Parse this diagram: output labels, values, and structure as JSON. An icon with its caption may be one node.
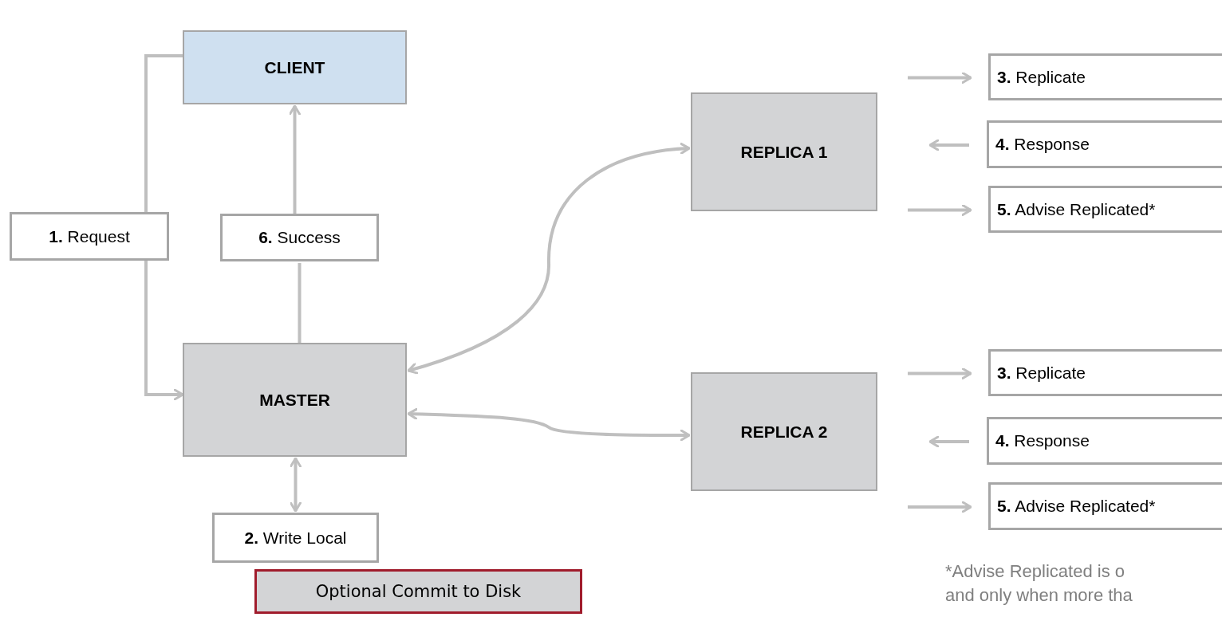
{
  "diagram": {
    "nodes": [
      {
        "text": [
          "CLIENT"
        ]
      },
      {
        "text": [
          "**3.** Replicate"
        ]
      },
      {
        "text": [
          "REPLICA 1"
        ]
      },
      {
        "text": [
          "**4.** Response"
        ]
      },
      {
        "text": [
          "**1.** Request"
        ]
      },
      {
        "text": [
          "**6.** Success"
        ]
      },
      {
        "text": [
          "**5.** Advise Replicated*"
        ]
      },
      {
        "text": [
          "MASTER"
        ]
      },
      {
        "text": [
          "**3.** Replicate"
        ]
      },
      {
        "text": [
          "REPLICA 2"
        ]
      },
      {
        "text": [
          "**4.** Response"
        ]
      },
      {
        "text": [
          "**5.** Advise Replicated*"
        ]
      },
      {
        "text": [
          "**2.** Write Local"
        ]
      },
      {
        "text": [
          "Optional Commit to Disk"
        ]
      }
    ],
    "edges": [
      {
        "from": 0,
        "to": 4,
        "arrow": "none"
      },
      {
        "from": 4,
        "to": 7,
        "arrow": "to"
      },
      {
        "from": 7,
        "to": 5,
        "arrow": "none"
      },
      {
        "from": 5,
        "to": 0,
        "arrow": "to"
      },
      {
        "from": 7,
        "to": 12,
        "arrow": "both"
      },
      {
        "from": 7,
        "to": 2,
        "arrow": "both"
      },
      {
        "from": 7,
        "to": 9,
        "arrow": "both"
      },
      {
        "from": 2,
        "to": 1,
        "arrow": "to"
      },
      {
        "from": 3,
        "to": 2,
        "arrow": "to"
      },
      {
        "from": 2,
        "to": 6,
        "arrow": "to"
      },
      {
        "from": 9,
        "to": 8,
        "arrow": "to"
      },
      {
        "from": 10,
        "to": 9,
        "arrow": "to"
      },
      {
        "from": 9,
        "to": 11,
        "arrow": "to"
      }
    ],
    "labels": [
      "*Advise Replicated is o",
      "and only when more tha"
    ]
  }
}
